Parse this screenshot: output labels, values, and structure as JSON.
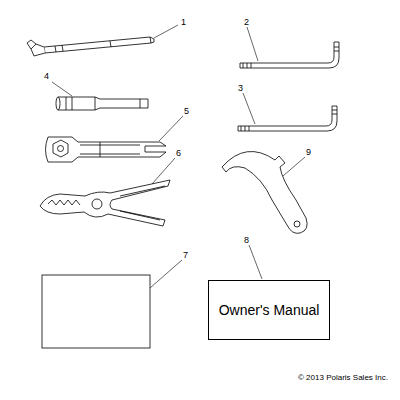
{
  "diagram": {
    "nodes": [
      {
        "text": [
          "Owner's Manual"
        ]
      }
    ],
    "labels": [
      "1",
      "2",
      "3",
      "4",
      "5",
      "6",
      "7",
      "8",
      "9",
      "© 2013 Polaris Sales Inc."
    ]
  }
}
